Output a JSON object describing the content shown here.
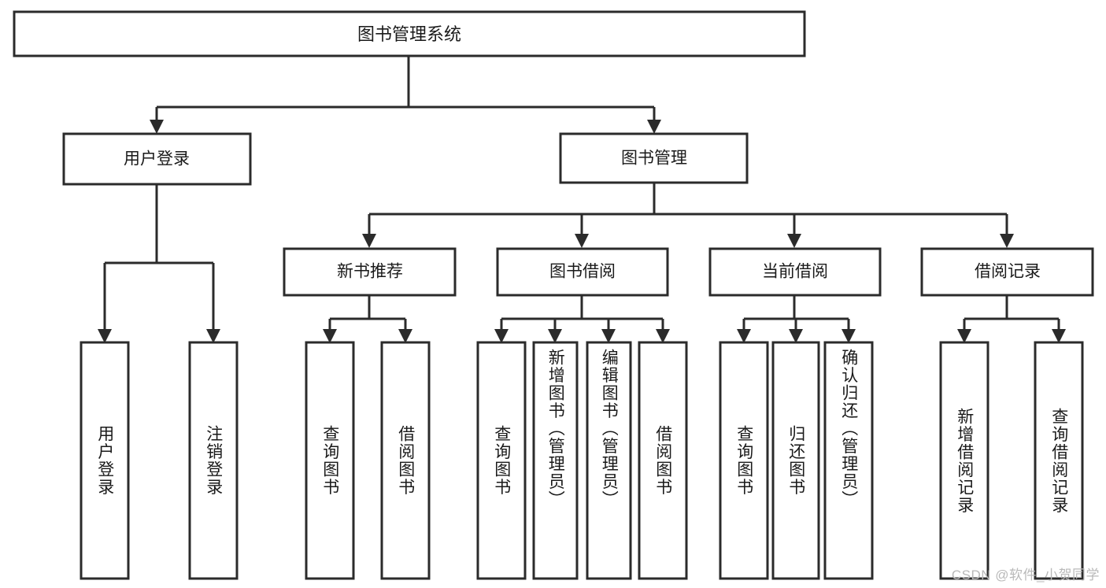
{
  "diagram": {
    "type": "hierarchy-tree",
    "title": "图书管理系统",
    "root": {
      "id": "root",
      "label": "图书管理系统",
      "level": 1,
      "orientation": "horizontal"
    },
    "level2": [
      {
        "id": "user-login",
        "label": "用户登录",
        "level": 2,
        "orientation": "horizontal"
      },
      {
        "id": "book-management",
        "label": "图书管理",
        "level": 2,
        "orientation": "horizontal"
      }
    ],
    "level3": [
      {
        "id": "new-book-recommend",
        "label": "新书推荐",
        "level": 3,
        "orientation": "horizontal",
        "parent": "book-management"
      },
      {
        "id": "book-borrow",
        "label": "图书借阅",
        "level": 3,
        "orientation": "horizontal",
        "parent": "book-management"
      },
      {
        "id": "current-borrow",
        "label": "当前借阅",
        "level": 3,
        "orientation": "horizontal",
        "parent": "book-management"
      },
      {
        "id": "borrow-record",
        "label": "借阅记录",
        "level": 3,
        "orientation": "horizontal",
        "parent": "book-management"
      }
    ],
    "leaves": [
      {
        "id": "leaf-user-login",
        "label": "用户登录",
        "parent": "user-login",
        "orientation": "vertical"
      },
      {
        "id": "leaf-logout",
        "label": "注销登录",
        "parent": "user-login",
        "orientation": "vertical"
      },
      {
        "id": "leaf-query-book-1",
        "label": "查询图书",
        "parent": "new-book-recommend",
        "orientation": "vertical"
      },
      {
        "id": "leaf-borrow-book-1",
        "label": "借阅图书",
        "parent": "new-book-recommend",
        "orientation": "vertical"
      },
      {
        "id": "leaf-query-book-2",
        "label": "查询图书",
        "parent": "book-borrow",
        "orientation": "vertical"
      },
      {
        "id": "leaf-add-book",
        "label": "新增图书（管理员）",
        "parent": "book-borrow",
        "orientation": "vertical"
      },
      {
        "id": "leaf-edit-book",
        "label": "编辑图书（管理员）",
        "parent": "book-borrow",
        "orientation": "vertical"
      },
      {
        "id": "leaf-borrow-book-2",
        "label": "借阅图书",
        "parent": "book-borrow",
        "orientation": "vertical"
      },
      {
        "id": "leaf-query-book-3",
        "label": "查询图书",
        "parent": "current-borrow",
        "orientation": "vertical"
      },
      {
        "id": "leaf-return-book",
        "label": "归还图书",
        "parent": "current-borrow",
        "orientation": "vertical"
      },
      {
        "id": "leaf-confirm-return",
        "label": "确认归还（管理员）",
        "parent": "current-borrow",
        "orientation": "vertical"
      },
      {
        "id": "leaf-add-record",
        "label": "新增借阅记录",
        "parent": "borrow-record",
        "orientation": "vertical"
      },
      {
        "id": "leaf-query-record",
        "label": "查询借阅记录",
        "parent": "borrow-record",
        "orientation": "vertical"
      }
    ],
    "colors": {
      "stroke": "#2b2b2b",
      "fill": "#ffffff",
      "text": "#1a1a1a",
      "watermark": "#b9b9b9"
    }
  },
  "watermark": {
    "text": "CSDN @软件_小贺同学"
  }
}
